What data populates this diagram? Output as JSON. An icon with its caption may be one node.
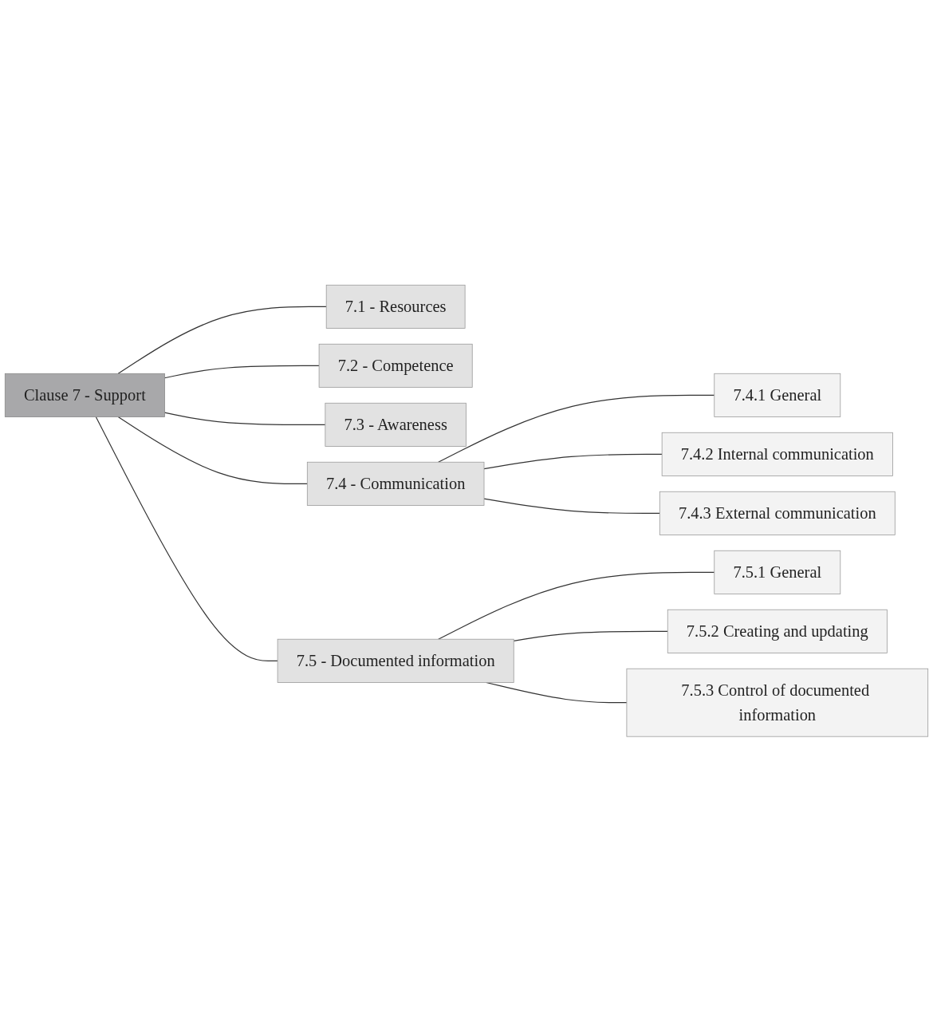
{
  "diagram": {
    "nodes": [
      {
        "text": [
          "Clause 7 - Support"
        ]
      },
      {
        "text": [
          "7.1 - Resources"
        ]
      },
      {
        "text": [
          "7.2 - Competence"
        ]
      },
      {
        "text": [
          "7.3 - Awareness"
        ]
      },
      {
        "text": [
          "7.4 - Communication"
        ]
      },
      {
        "text": [
          "7.5 - Documented information"
        ]
      },
      {
        "text": [
          "7.4.1 General"
        ]
      },
      {
        "text": [
          "7.4.2 Internal communication"
        ]
      },
      {
        "text": [
          "7.4.3 External communication"
        ]
      },
      {
        "text": [
          "7.5.1 General"
        ]
      },
      {
        "text": [
          "7.5.2 Creating and updating"
        ]
      },
      {
        "text": [
          "7.5.3 Control of documented information"
        ]
      }
    ],
    "edges": [
      {
        "from": 0,
        "to": 1,
        "arrow": "none"
      },
      {
        "from": 0,
        "to": 2,
        "arrow": "none"
      },
      {
        "from": 0,
        "to": 3,
        "arrow": "none"
      },
      {
        "from": 0,
        "to": 4,
        "arrow": "none"
      },
      {
        "from": 0,
        "to": 5,
        "arrow": "none"
      },
      {
        "from": 4,
        "to": 6,
        "arrow": "none"
      },
      {
        "from": 4,
        "to": 7,
        "arrow": "none"
      },
      {
        "from": 4,
        "to": 8,
        "arrow": "none"
      },
      {
        "from": 5,
        "to": 9,
        "arrow": "none"
      },
      {
        "from": 5,
        "to": 10,
        "arrow": "none"
      },
      {
        "from": 5,
        "to": 11,
        "arrow": "none"
      }
    ]
  }
}
